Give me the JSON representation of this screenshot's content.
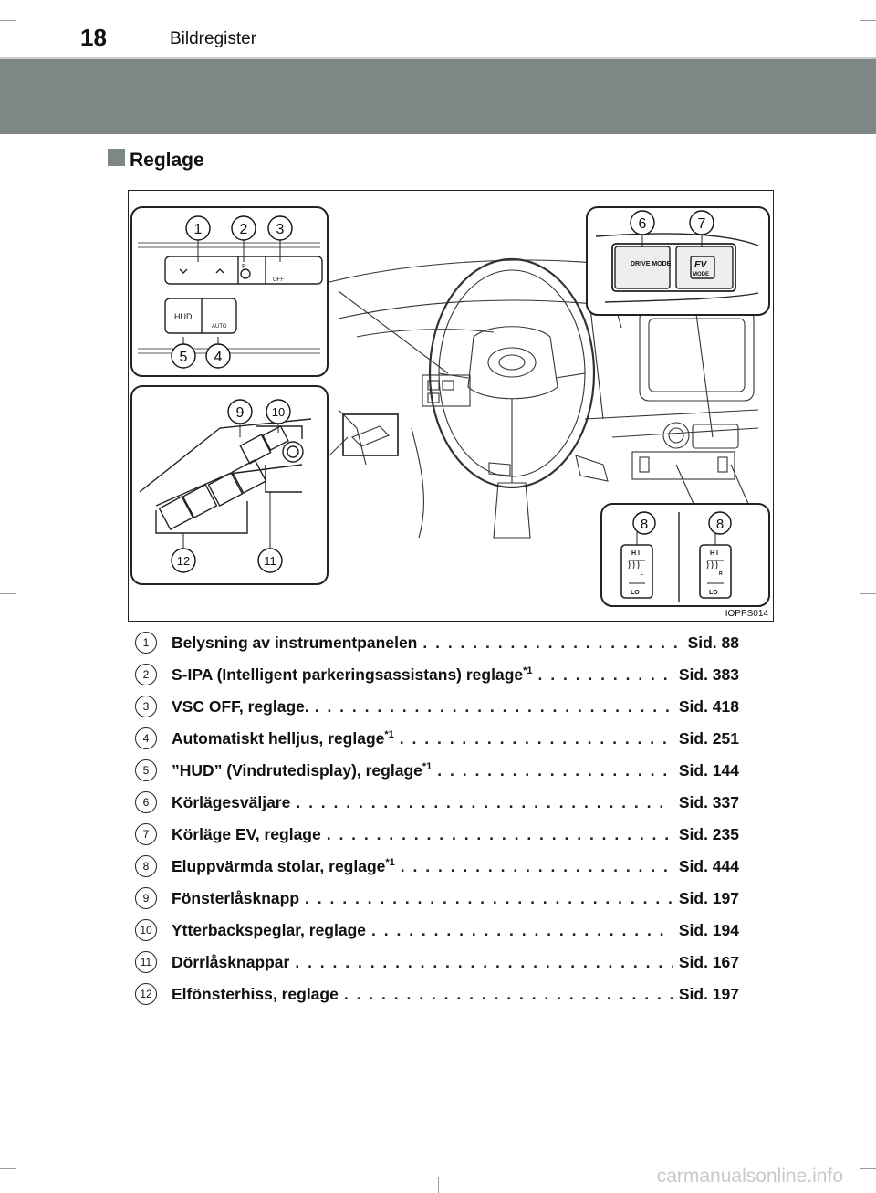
{
  "header": {
    "page_number": "18",
    "running_title": "Bildregister"
  },
  "section": {
    "title": "Reglage"
  },
  "figure": {
    "code": "IOPPS014",
    "callouts": [
      "1",
      "2",
      "3",
      "4",
      "5",
      "6",
      "7",
      "8",
      "8",
      "9",
      "10",
      "11",
      "12"
    ],
    "panel_labels": {
      "hud": "HUD",
      "auto": "AUTO",
      "p": "P",
      "off": "OFF",
      "drive_mode": "DRIVE MODE",
      "ev": "EV",
      "mode": "MODE",
      "hi": "H I",
      "lo": "LO",
      "l": "L",
      "r": "R"
    }
  },
  "legend": [
    {
      "num": "1",
      "label": "Belysning av instrumentpanelen",
      "sup": "",
      "ref": "Sid. 88"
    },
    {
      "num": "2",
      "label": "S-IPA (Intelligent parkeringsassistans) reglage",
      "sup": "*1",
      "ref": "Sid. 383"
    },
    {
      "num": "3",
      "label": "VSC OFF, reglage.",
      "sup": "",
      "ref": "Sid. 418"
    },
    {
      "num": "4",
      "label": "Automatiskt helljus, reglage",
      "sup": "*1",
      "ref": "Sid. 251"
    },
    {
      "num": "5",
      "label": "”HUD” (Vindrutedisplay), reglage",
      "sup": "*1",
      "ref": "Sid. 144"
    },
    {
      "num": "6",
      "label": "Körlägesväljare",
      "sup": "",
      "ref": "Sid. 337"
    },
    {
      "num": "7",
      "label": "Körläge EV, reglage",
      "sup": "",
      "ref": "Sid. 235"
    },
    {
      "num": "8",
      "label": "Eluppvärmda stolar, reglage",
      "sup": "*1",
      "ref": "Sid. 444"
    },
    {
      "num": "9",
      "label": "Fönsterlåsknapp",
      "sup": "",
      "ref": "Sid. 197"
    },
    {
      "num": "10",
      "label": "Ytterbackspeglar, reglage",
      "sup": "",
      "ref": "Sid. 194"
    },
    {
      "num": "11",
      "label": "Dörrlåsknappar",
      "sup": "",
      "ref": "Sid. 167"
    },
    {
      "num": "12",
      "label": "Elfönsterhiss, reglage",
      "sup": "",
      "ref": "Sid. 197"
    }
  ],
  "watermark": "carmanualsonline.info"
}
